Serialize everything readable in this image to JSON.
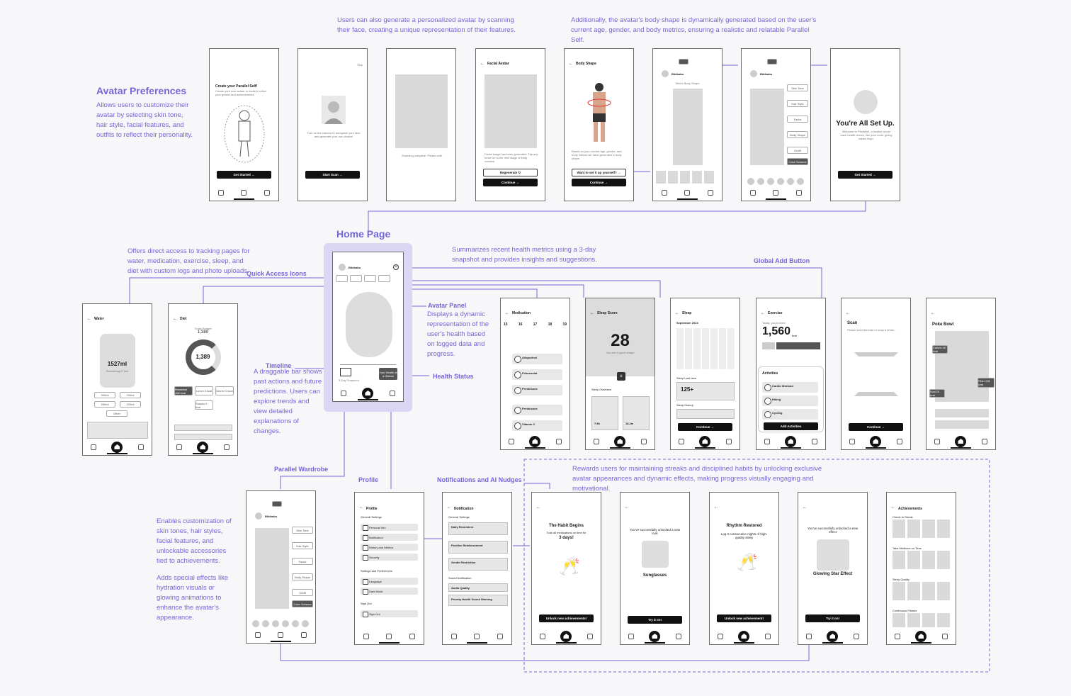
{
  "top": {
    "note_left": "Users can also generate a personalized avatar by scanning their face, creating a unique representation of their features.",
    "note_right": "Additionally, the avatar's body shape is dynamically generated based on the user's current age, gender, and body metrics, ensuring a realistic and relatable Parallel Self.",
    "avatar_title": "Avatar Preferences",
    "avatar_desc": "Allows users to customize their avatar by selecting skin tone, hair style, facial features, and outfits to reflect their personality."
  },
  "screens_top": {
    "s1": {
      "title": "Create your Parallel Self!",
      "sub": "Create your own avatar to make it reflect your growth and achievements.",
      "btn": "Get Started →"
    },
    "s2": {
      "skip": "Skip",
      "text": "Turn on the camera to recognize your face and generate your own Avatar!",
      "btn": "Start Scan →"
    },
    "s3": {
      "text": "Scanning complete. Please wait."
    },
    "s4": {
      "title": "Facial Avatar",
      "text": "Facial image has been generated. Tap any move on to the next stage of body creation.",
      "btn1": "Regenerate ↻",
      "btn2": "Continue →"
    },
    "s5": {
      "title": "Body Shape",
      "text": "Based on your current age, gender, and body indices we have generated a body shape.",
      "btn1": "Want to set it up yourself? →",
      "btn2": "Continue →"
    },
    "s6": {
      "name": "Bibibabu",
      "label": "Select Body Shape"
    },
    "s7": {
      "name": "Bibibabu",
      "opts": [
        "Skin Tone",
        "Hair Style",
        "Facial",
        "Body Shape",
        "Outfit",
        "Color Scheme"
      ]
    },
    "s8": {
      "title": "You're All Set Up.",
      "sub": "Welcome to ParaWell, a newbie whom each health choice, like your meal, giving tastes lingo.",
      "btn": "Get Started →"
    }
  },
  "home": {
    "title": "Home Page",
    "name": "Bibibabu",
    "status": "Your Health at a Glance",
    "snapshot": "3-Day Snapshot",
    "note_access": "Offers direct access to tracking pages for water, medication, exercise, sleep, and diet with custom logs and photo uploads.",
    "quick_access": "Quick Access Icons",
    "summary": "Summarizes recent health metrics using a 3-day snapshot and provides insights and suggestions.",
    "global_add": "Global Add Button",
    "avatar_panel": "Avatar Panel",
    "avatar_panel_desc": "Displays a dynamic representation of the user's health based on logged data and progress.",
    "timeline": "Timeline",
    "timeline_desc": "A draggable bar shows past actions and future predictions. Users can explore trends and view detailed explanations of changes.",
    "health_status": "Health Status"
  },
  "water": {
    "title": "Water",
    "amount": "1527ml",
    "remaining": "Remaining 973ml",
    "chips": [
      "300ml",
      "200ml",
      "250ml",
      "320ml"
    ],
    "other": "Other"
  },
  "diet": {
    "title": "Diet",
    "intake_label": "Today Budget",
    "intake": "1,389",
    "ring": "1,389",
    "meals": [
      "Breakfast 468 kcal",
      "Lunch 0 kcal",
      "Dinner 0 kcal",
      "Snacks 0 kcal"
    ]
  },
  "medication": {
    "title": "Medication",
    "days": [
      "15",
      "16",
      "17",
      "18",
      "19"
    ],
    "items": [
      "Allopurinol",
      "Febuxostat",
      "Prednisone",
      "Prednisone",
      "Vitamin C"
    ]
  },
  "sleep_score": {
    "title": "Sleep Score",
    "score": "28",
    "sub": "You are in good shape",
    "overview": "Sleep Overview",
    "v1": "7.8h",
    "v2": "18.2m"
  },
  "sleep": {
    "title": "Sleep",
    "month": "September 2024",
    "last": "Sleep Last view",
    "hours": "125+",
    "history": "Sleep History",
    "btn": "Continue →"
  },
  "exercise": {
    "title": "Exercise",
    "sub": "Today, you burned",
    "kcal": "1,560",
    "unit": "kcal",
    "activities": "Activities",
    "items": [
      "Cardio Workout",
      "Hiking",
      "Cycling"
    ],
    "btn": "Add Activities"
  },
  "scan": {
    "title": "Scan",
    "text": "Please scan barcode or snap a photo...",
    "btn": "Continue →"
  },
  "poke": {
    "title": "Poke Bowl",
    "t1": "Calorie 40 kcal",
    "t2": "Fiber 240 kcal",
    "t3": "Kcal 24 kcal"
  },
  "bottom": {
    "wardrobe": "Parallel Wardrobe",
    "profile": "Profile",
    "notif": "Notifications and AI Nudges",
    "wardrobe_desc1": "Enables customization of skin tones, hair styles, facial features, and unlockable accessories tied to achievements.",
    "wardrobe_desc2": "Adds special effects like hydration visuals or glowing animations to enhance the avatar's appearance.",
    "rewards": "Rewards users for maintaining streaks and disciplined habits by unlocking exclusive avatar appearances and dynamic effects, making progress visually engaging and motivational."
  },
  "wardrobe_scr": {
    "name": "Bibibabu",
    "opts": [
      "Skin Tone",
      "Hair Style",
      "Facial",
      "Body Shape",
      "Outfit",
      "Color Scheme"
    ]
  },
  "profile_scr": {
    "title": "Profile",
    "g1": "General Settings",
    "items1": [
      "Personal Info",
      "Notification",
      "History and Metrics",
      "Security"
    ],
    "g2": "Settings and Preferences",
    "items2": [
      "Language",
      "Dark Mode"
    ],
    "g3": "Sign Out",
    "items3": [
      "Sign Out"
    ]
  },
  "notif_scr": {
    "title": "Notification",
    "g1": "General Settings",
    "items": [
      "Daily Reminders",
      "Positive Reinforcement",
      "Gentle Restriction"
    ],
    "g2": "Sound Notification",
    "items2": [
      "Audio Quality",
      "Priority Health Sound Warning"
    ]
  },
  "rewards_scr": [
    {
      "title": "The Habit Begins",
      "sub": "Took all medications on time for",
      "days": "3 days!",
      "btn": "Unlock new achievements!"
    },
    {
      "title": "You've successfully unlocked a new look",
      "item": "Sunglasses",
      "btn": "Try it on!"
    },
    {
      "title": "Rhythm Restored",
      "sub": "Log 3 consecutive nights of high-quality sleep",
      "btn": "Unlock new achievement!"
    },
    {
      "title": "You've successfully unlocked a new effect",
      "item": "Glowing Star Effect",
      "btn": "Try it on!"
    }
  ],
  "achievements": {
    "title": "Achievements",
    "groups": [
      "Check-In Streak",
      "Take Medicine on Time",
      "Sleep Quality",
      "Continuous Fitness"
    ]
  }
}
